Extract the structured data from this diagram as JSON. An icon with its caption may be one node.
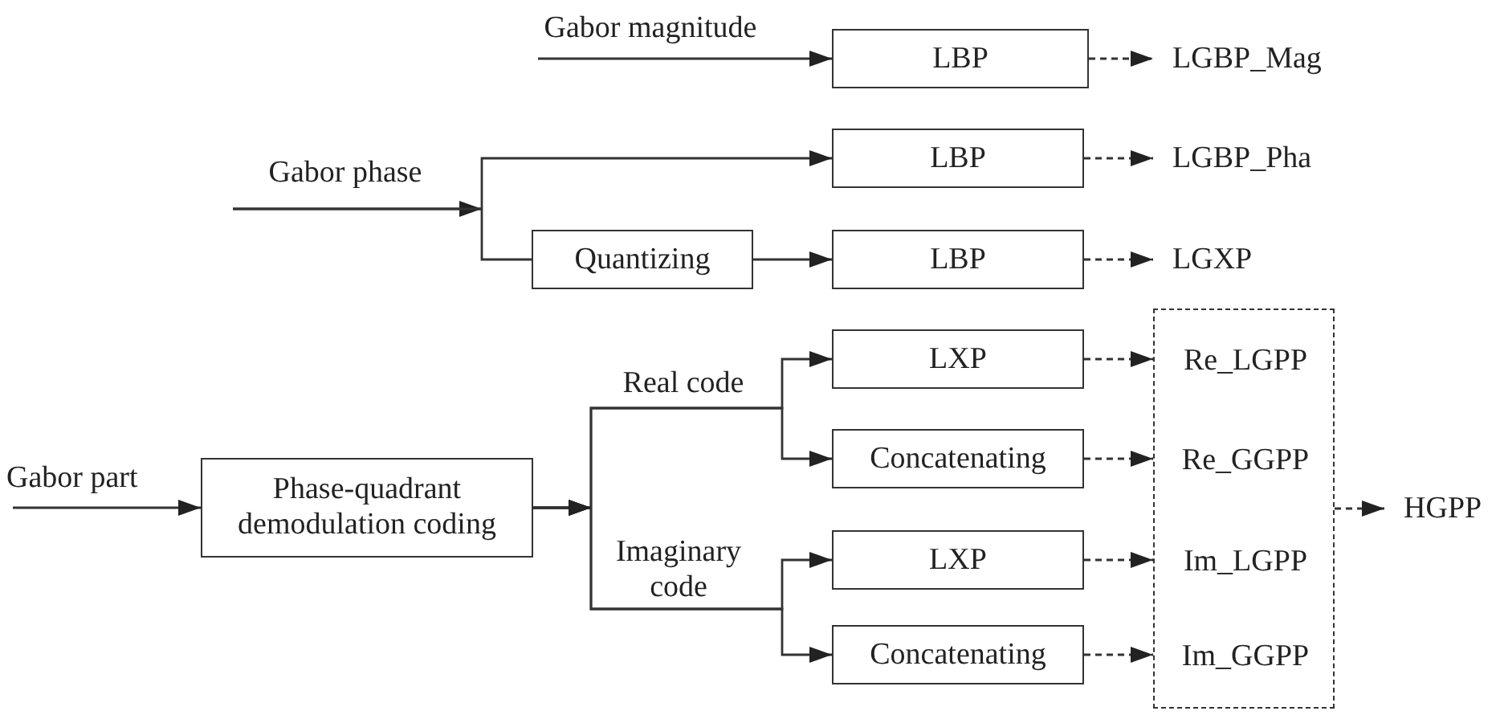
{
  "diagram": {
    "nodes": [
      {
        "text": [
          "LBP"
        ]
      },
      {
        "text": [
          "LGBP_Mag"
        ]
      },
      {
        "text": [
          "LBP"
        ]
      },
      {
        "text": [
          "LGBP_Pha"
        ]
      },
      {
        "text": [
          "Quantizing"
        ]
      },
      {
        "text": [
          "LBP"
        ]
      },
      {
        "text": [
          "LGXP"
        ]
      },
      {
        "text": [
          "Phase-quadrant demodulation coding"
        ]
      },
      {
        "text": [
          "LXP"
        ]
      },
      {
        "text": [
          "Concatenating"
        ]
      },
      {
        "text": [
          "LXP"
        ]
      },
      {
        "text": [
          "Concatenating"
        ]
      },
      {
        "text": [],
        "shape": "box"
      },
      {
        "text": [
          "Re_LGPP"
        ],
        "in": 12
      },
      {
        "text": [
          "Re_GGPP"
        ],
        "in": 12
      },
      {
        "text": [
          "Im_LGPP"
        ],
        "in": 12
      },
      {
        "text": [
          "Im_GGPP"
        ],
        "in": 12
      },
      {
        "text": [
          "HGPP"
        ]
      }
    ],
    "edges": [
      {
        "from": null,
        "to": 0,
        "arrow": "to",
        "label": "Gabor magnitude"
      },
      {
        "from": 0,
        "to": 1,
        "arrow": "to",
        "style": "dashed"
      },
      {
        "from": null,
        "to": 2,
        "arrow": "to",
        "label": "Gabor phase"
      },
      {
        "from": null,
        "to": 4,
        "arrow": "none"
      },
      {
        "from": 2,
        "to": 3,
        "arrow": "to",
        "style": "dashed"
      },
      {
        "from": 4,
        "to": 5,
        "arrow": "to"
      },
      {
        "from": 5,
        "to": 6,
        "arrow": "to",
        "style": "dashed"
      },
      {
        "from": null,
        "to": 7,
        "arrow": "to",
        "label": "Gabor part"
      },
      {
        "from": 7,
        "to": 8,
        "arrow": "to",
        "label": "Real code"
      },
      {
        "from": 7,
        "to": 9,
        "arrow": "to"
      },
      {
        "from": 7,
        "to": 10,
        "arrow": "to",
        "label": "Imaginary code"
      },
      {
        "from": 7,
        "to": 11,
        "arrow": "to"
      },
      {
        "from": 8,
        "to": 13,
        "arrow": "to",
        "style": "dashed"
      },
      {
        "from": 9,
        "to": 14,
        "arrow": "to",
        "style": "dashed"
      },
      {
        "from": 10,
        "to": 15,
        "arrow": "to",
        "style": "dashed"
      },
      {
        "from": 11,
        "to": 16,
        "arrow": "to",
        "style": "dashed"
      },
      {
        "from": 12,
        "to": 17,
        "arrow": "to",
        "style": "dashed"
      }
    ]
  }
}
